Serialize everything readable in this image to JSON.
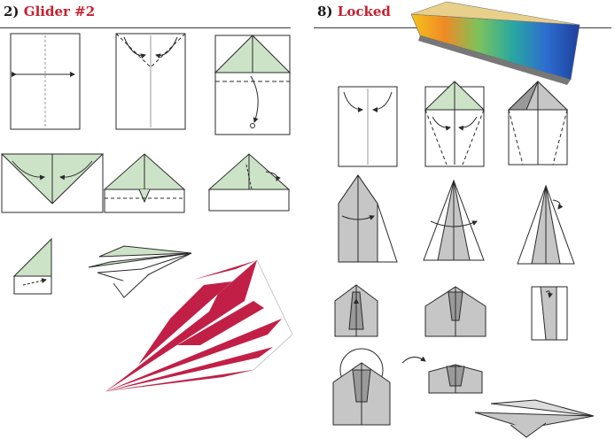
{
  "colors": {
    "accent": "#c8202f",
    "green_fold": "#cde3c8",
    "gray_fold": "#c6c6c6",
    "line": "#2a2a2a",
    "red_plane": "#c21f47"
  },
  "guides": [
    {
      "number": "2)",
      "name": "Glider #2",
      "illustration": "glider-fold-steps"
    },
    {
      "number": "8)",
      "name": "Locked",
      "illustration": "locked-fold-steps"
    }
  ]
}
